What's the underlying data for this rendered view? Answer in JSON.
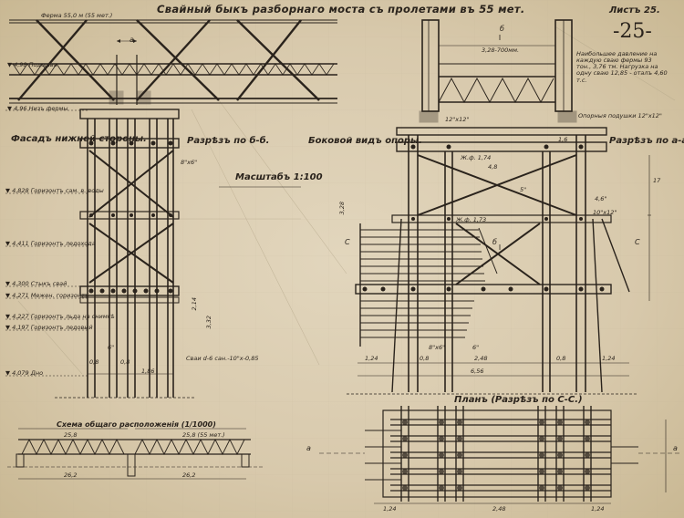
{
  "header": {
    "title": "Свайный быкъ разборнаго моста съ пролетами въ 55 мет.",
    "sheet_label": "Листъ 25.",
    "page_number": "-25-"
  },
  "views": {
    "facade": "Фасадъ нижней стороны.",
    "section_bb": "Разрѣзъ по б-б.",
    "side_view": "Боковой видъ опоры.",
    "section_aa": "Разрѣзъ по а-а.",
    "scale": "Масштабъ 1:100",
    "plan": "Планъ (Разрѣзъ по С-С.)",
    "scheme": "Схема общаго расположенія (1/1000)"
  },
  "level_marks": [
    {
      "text": "▼ 4,98 Подошва",
      "pos": "top"
    },
    {
      "text": "▼ 4,96 Низъ фермы",
      "pos": "truss-bottom"
    },
    {
      "text": "▼ 4,828 Горизонтъ сам. в. воды",
      "pos": "hw"
    },
    {
      "text": "▼ 4,411 Горизонтъ ледохода",
      "pos": "ice"
    },
    {
      "text": "▼ 4,300 Стыкъ свай",
      "pos": "joint"
    },
    {
      "text": "▼ 4,271 Межен. горизонтъ",
      "pos": "low"
    },
    {
      "text": "▼ 4,227 Горизонтъ льда на снимкѣ",
      "pos": "ice2"
    },
    {
      "text": "▼ 4,197 Горизонтъ ледовый",
      "pos": "ice3"
    },
    {
      "text": "▼ 4,079 Дно",
      "pos": "bed"
    }
  ],
  "dimensions": {
    "d_328": "3,28-700мм.",
    "d_16": "1,6",
    "d_48": "4,8",
    "d_248": "2,48",
    "d_656": "6,56",
    "d_124": "1,24",
    "d_08": "0,8",
    "d_186": "1,86",
    "d_262": "26,2",
    "d_258": "25,8",
    "d_328b": "3,28",
    "d_214": "2,14",
    "d_332": "3,32",
    "d_12": "12\"x12\"",
    "d_6": "6\"",
    "d_5": "5\"",
    "d_46": "4,6\"",
    "d_1012": "10\"x12\"",
    "d_8": "8\"x6\"",
    "svai": "Сваи d-6 сан.-10\"х-0,85",
    "load_note": "Наибольшее давление на каждую сваю фермы 93 тон., 3,76 тм. Нагрузка на одну сваю 12,85 - оталъ 4,60 т.с.",
    "bearing": "Опорныя подушки 12\"х12\"",
    "zhf": "Ж.ф. 1,74",
    "zhf2": "Ж.ф. 1,73",
    "letter_a": "а",
    "letter_b": "б",
    "letter_c": "С",
    "lbl_17": "17",
    "lbl_25": "25,8 (55 мет.)",
    "top_truss": "Ферма 55,0 м (55 мет.)"
  },
  "colors": {
    "ink": "#2a231c",
    "paper": "#ddd0b4",
    "ghost": "#b9ad92"
  }
}
